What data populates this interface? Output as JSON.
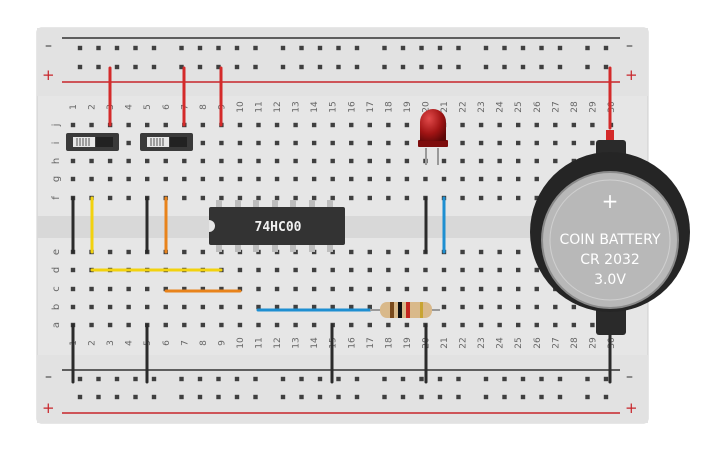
{
  "breadboard": {
    "rail_minus": "–",
    "rail_plus": "+",
    "row_letters_top": [
      "j",
      "i",
      "h",
      "g",
      "f"
    ],
    "row_letters_bottom": [
      "e",
      "d",
      "c",
      "b",
      "a"
    ],
    "column_numbers": [
      "1",
      "2",
      "3",
      "4",
      "5",
      "6",
      "7",
      "8",
      "9",
      "10",
      "11",
      "12",
      "13",
      "14",
      "15",
      "16",
      "17",
      "18",
      "19",
      "20",
      "21",
      "22",
      "23",
      "24",
      "25",
      "26",
      "27",
      "28",
      "29",
      "30"
    ]
  },
  "ic": {
    "label": "74HC00"
  },
  "battery": {
    "line1": "COIN BATTERY",
    "line2": "CR 2032",
    "line3": "3.0V",
    "plus_symbol": "+"
  },
  "colors": {
    "board": "#e8e8e8",
    "rail_red": "#c8252b",
    "rail_dark": "#333333",
    "wire_red": "#d42a2a",
    "wire_yellow": "#f2d20e",
    "wire_orange": "#e8831b",
    "wire_black": "#2b2b2b",
    "wire_blue": "#1e8fd1",
    "led": "#9e1010"
  },
  "components": {
    "switches": 2,
    "led": "red",
    "resistor": "resistor"
  }
}
